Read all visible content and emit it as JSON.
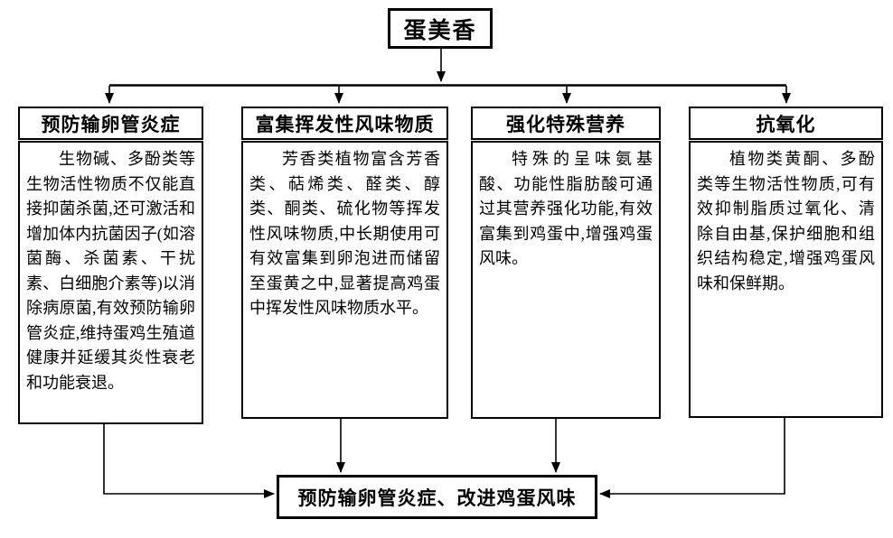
{
  "diagram": {
    "title": "蛋美香",
    "columns": [
      {
        "header": "预防输卵管炎症",
        "body": "生物碱、多酚类等生物活性物质不仅能直接抑菌杀菌,还可激活和增加体内抗菌因子(如溶菌酶、杀菌素、干扰素、白细胞介素等)以消除病原菌,有效预防输卵管炎症,维持蛋鸡生殖道健康并延缓其炎性衰老和功能衰退。"
      },
      {
        "header": "富集挥发性风味物质",
        "body": "芳香类植物富含芳香类、萜烯类、醛类、醇类、酮类、硫化物等挥发性风味物质,中长期使用可有效富集到卵泡进而储留至蛋黄之中,显著提高鸡蛋中挥发性风味物质水平。"
      },
      {
        "header": "强化特殊营养",
        "body": "特殊的呈味氨基酸、功能性脂肪酸可通过其营养强化功能,有效富集到鸡蛋中,增强鸡蛋风味。"
      },
      {
        "header": "抗氧化",
        "body": "植物类黄酮、多酚类等生物活性物质,可有效抑制脂质过氧化、清除自由基,保护细胞和组织结构稳定,增强鸡蛋风味和保鲜期。"
      }
    ],
    "outcome": "预防输卵管炎症、改进鸡蛋风味",
    "colors": {
      "line": "#000000",
      "background": "#ffffff",
      "text": "#000000"
    }
  }
}
